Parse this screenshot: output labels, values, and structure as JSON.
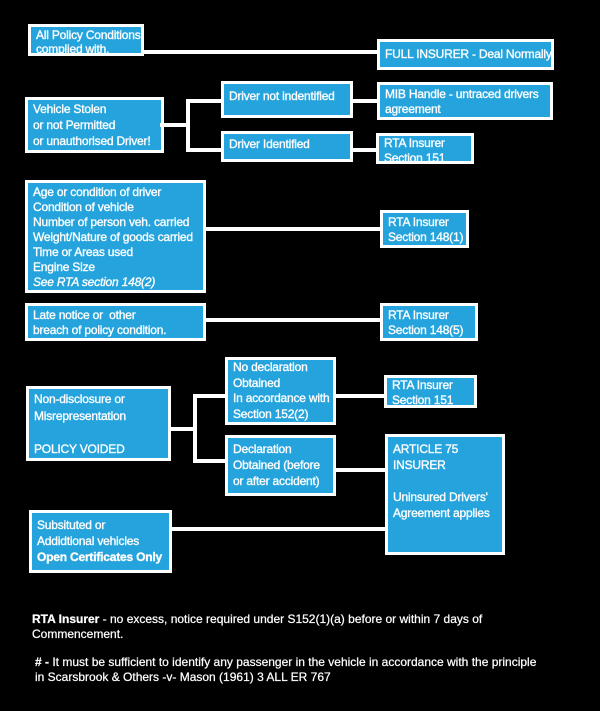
{
  "colors": {
    "background": "#000000",
    "box_fill": "#25a3dc",
    "box_border": "#ffffff",
    "text": "#ffffff"
  },
  "boxes": {
    "all_policy": {
      "lines": [
        "All Policy Conditions",
        "complied with."
      ]
    },
    "full_insurer": {
      "lines": [
        "FULL INSURER - Deal Normally"
      ]
    },
    "vehicle_stolen": {
      "lines": [
        "Vehicle Stolen",
        "or not Permitted",
        "or unauthorised Driver!"
      ]
    },
    "driver_not_identified": {
      "lines": [
        "Driver not indentified"
      ]
    },
    "driver_identified": {
      "lines": [
        "Driver Identified"
      ]
    },
    "mib_handle": {
      "lines": [
        "MIB Handle - untraced drivers",
        "agreement"
      ]
    },
    "rta_151_top": {
      "lines": [
        "RTA Insurer",
        "Section 151"
      ]
    },
    "age_conditions": {
      "lines": [
        "Age or condition of driver",
        "Condition of vehicle",
        "Number of person veh. carried",
        "Weight/Nature of goods carried",
        "Time or Areas used",
        "Engine Size",
        "See RTA section 148(2)"
      ]
    },
    "rta_148_1": {
      "lines": [
        "RTA Insurer",
        "Section 148(1)"
      ]
    },
    "late_notice": {
      "lines": [
        "Late notice or  other",
        "breach of policy condition."
      ]
    },
    "rta_148_5": {
      "lines": [
        "RTA Insurer",
        "Section 148(5)"
      ]
    },
    "no_declaration": {
      "lines": [
        "No declaration",
        "Obtained",
        "In accordance with",
        "Section 152(2)"
      ]
    },
    "rta_151_mid": {
      "lines": [
        "RTA Insurer",
        "Section 151"
      ]
    },
    "non_disclosure": {
      "lines": [
        "Non-disclosure or",
        "Misrepresentation",
        "",
        "POLICY VOIDED"
      ]
    },
    "declaration": {
      "lines": [
        "Declaration",
        "Obtained (before",
        "or after accident)"
      ]
    },
    "article_75": {
      "lines": [
        "ARTICLE 75",
        "INSURER",
        "",
        "Uninsured Drivers'",
        "Agreement applies"
      ]
    },
    "substituted": {
      "lines": [
        "Subsituted or",
        "Addidtional vehicles",
        "Open Certificates Only"
      ]
    }
  },
  "footnotes": {
    "rta_bold": "RTA Insurer",
    "rta_rest": " - no excess, notice required under S152(1)(a) before or within 7 days of",
    "rta_line2": "Commencement.",
    "hash_bold": "# -",
    "hash_rest": " It must be sufficient to identify any passenger in the vehicle in accordance with the principle",
    "hash_line2": "in Scarsbrook & Others -v- Mason (1961) 3 ALL ER 767"
  }
}
